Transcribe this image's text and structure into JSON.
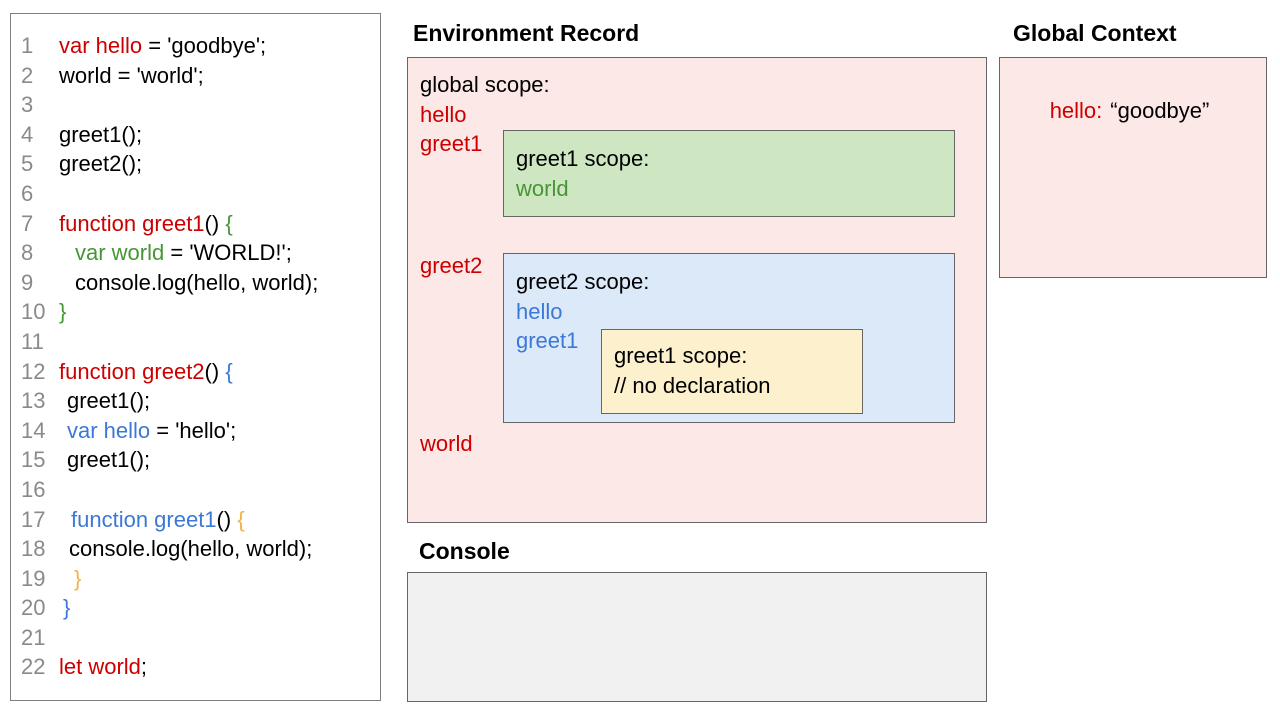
{
  "colors": {
    "code_red": "#cc0000",
    "code_green": "#469636",
    "code_blue": "#3c78d8",
    "code_orange": "#f0b24a",
    "line_number_gray": "#8a8a8a",
    "global_scope_fill": "#fce8e6",
    "greet1_scope_fill": "#cee6c2",
    "greet2_scope_fill": "#dce9f9",
    "inner_greet1_scope_fill": "#fdf0cc",
    "console_fill": "#f1f1f1",
    "box_border": "#666666"
  },
  "code_panel": {
    "lines": [
      {
        "num": "1",
        "indent": 0,
        "tokens": [
          {
            "t": "var hello",
            "c": "red"
          },
          {
            "t": " = 'goodbye';",
            "c": "black"
          }
        ]
      },
      {
        "num": "2",
        "indent": 0,
        "tokens": [
          {
            "t": "world = 'world';",
            "c": "black"
          }
        ]
      },
      {
        "num": "3",
        "indent": 0,
        "tokens": []
      },
      {
        "num": "4",
        "indent": 0,
        "tokens": [
          {
            "t": "greet1();",
            "c": "black"
          }
        ]
      },
      {
        "num": "5",
        "indent": 0,
        "tokens": [
          {
            "t": "greet2();",
            "c": "black"
          }
        ]
      },
      {
        "num": "6",
        "indent": 0,
        "tokens": []
      },
      {
        "num": "7",
        "indent": 0,
        "tokens": [
          {
            "t": "function greet1",
            "c": "red"
          },
          {
            "t": "() ",
            "c": "black"
          },
          {
            "t": "{",
            "c": "green"
          }
        ]
      },
      {
        "num": "8",
        "indent": 16,
        "tokens": [
          {
            "t": "var world",
            "c": "green"
          },
          {
            "t": " = 'WORLD!';",
            "c": "black"
          }
        ]
      },
      {
        "num": "9",
        "indent": 16,
        "tokens": [
          {
            "t": "console.log(hello, world);",
            "c": "black"
          }
        ]
      },
      {
        "num": "10",
        "indent": 0,
        "tokens": [
          {
            "t": "}",
            "c": "green"
          }
        ]
      },
      {
        "num": "11",
        "indent": 0,
        "tokens": []
      },
      {
        "num": "12",
        "indent": 0,
        "tokens": [
          {
            "t": "function greet2",
            "c": "red"
          },
          {
            "t": "() ",
            "c": "black"
          },
          {
            "t": "{",
            "c": "blue"
          }
        ]
      },
      {
        "num": "13",
        "indent": 8,
        "tokens": [
          {
            "t": "greet1();",
            "c": "black"
          }
        ]
      },
      {
        "num": "14",
        "indent": 8,
        "tokens": [
          {
            "t": "var hello",
            "c": "blue"
          },
          {
            "t": " = 'hello';",
            "c": "black"
          }
        ]
      },
      {
        "num": "15",
        "indent": 8,
        "tokens": [
          {
            "t": "greet1();",
            "c": "black"
          }
        ]
      },
      {
        "num": "16",
        "indent": 0,
        "tokens": []
      },
      {
        "num": "17",
        "indent": 12,
        "tokens": [
          {
            "t": "function greet1",
            "c": "blue"
          },
          {
            "t": "() ",
            "c": "black"
          },
          {
            "t": "{",
            "c": "orange"
          }
        ]
      },
      {
        "num": "18",
        "indent": 10,
        "tokens": [
          {
            "t": "console.log(hello, world);",
            "c": "black"
          }
        ]
      },
      {
        "num": "19",
        "indent": 15,
        "tokens": [
          {
            "t": "}",
            "c": "orange"
          }
        ]
      },
      {
        "num": "20",
        "indent": 4,
        "tokens": [
          {
            "t": "}",
            "c": "blue"
          }
        ]
      },
      {
        "num": "21",
        "indent": 0,
        "tokens": []
      },
      {
        "num": "22",
        "indent": 0,
        "tokens": [
          {
            "t": "let world",
            "c": "red"
          },
          {
            "t": ";",
            "c": "black"
          }
        ]
      }
    ]
  },
  "environment_record": {
    "heading": "Environment Record",
    "global_scope": {
      "title": "global scope:",
      "bindings": [
        "hello",
        "greet1",
        "greet2",
        "world"
      ],
      "greet1_scope": {
        "title": "greet1 scope:",
        "bindings": [
          "world"
        ]
      },
      "greet2_scope": {
        "title": "greet2 scope:",
        "bindings": [
          "hello",
          "greet1"
        ],
        "greet1_scope": {
          "title": "greet1 scope:",
          "comment": "// no declaration"
        }
      }
    }
  },
  "global_context": {
    "heading": "Global Context",
    "entry": {
      "name": "hello:",
      "value": "“goodbye”"
    }
  },
  "console": {
    "heading": "Console"
  }
}
